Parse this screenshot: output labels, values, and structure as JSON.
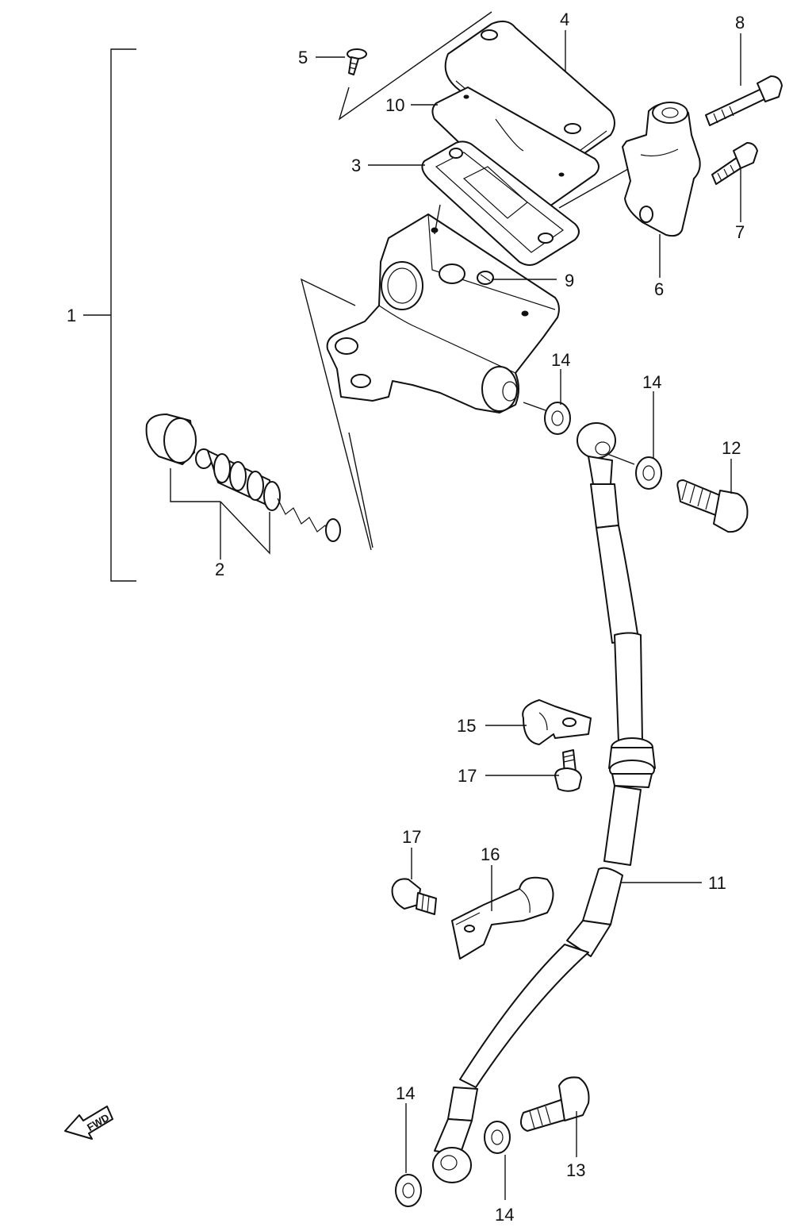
{
  "callouts": {
    "c1": "1",
    "c2": "2",
    "c3": "3",
    "c4": "4",
    "c5": "5",
    "c6": "6",
    "c7": "7",
    "c8": "8",
    "c9": "9",
    "c10": "10",
    "c11": "11",
    "c12": "12",
    "c13": "13",
    "c14a": "14",
    "c14b": "14",
    "c14c": "14",
    "c14d": "14",
    "c15": "15",
    "c16": "16",
    "c17a": "17",
    "c17b": "17"
  },
  "direction_arrow": {
    "label": "FWD"
  }
}
